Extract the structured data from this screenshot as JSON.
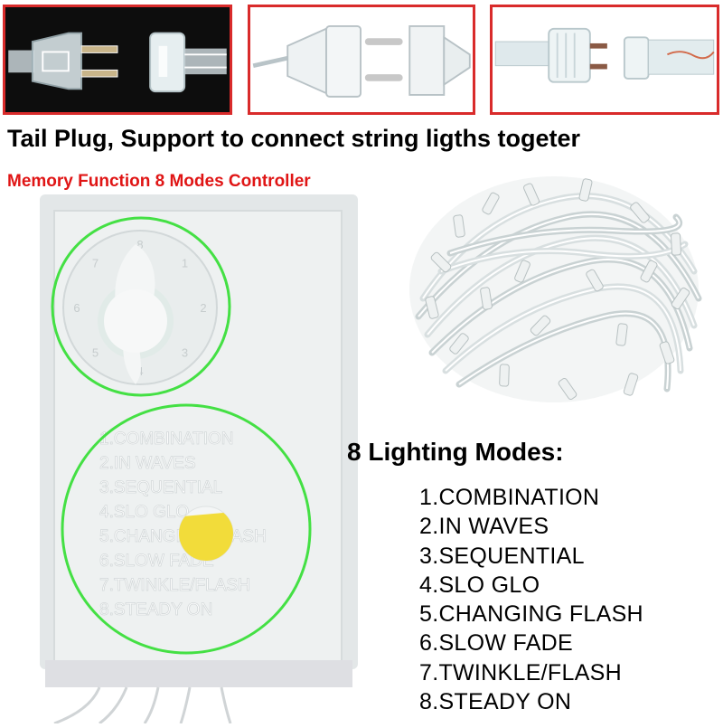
{
  "tail_plug_heading": "Tail Plug, Support to connect string ligths togeter",
  "memory_heading": "Memory Function 8 Modes Controller",
  "dial_numbers": [
    "8",
    "1",
    "2",
    "3",
    "4",
    "5",
    "6",
    "7"
  ],
  "controller_label_lines": [
    "1.COMBINATION",
    "2.IN WAVES",
    "3.SEQUENTIAL",
    "4.SLO GLO",
    "5.CHANGING FLASH",
    "6.SLOW FADE",
    "7.TWINKLE/FLASH",
    "8.STEADY ON"
  ],
  "modes_title": "8 Lighting Modes:",
  "modes": [
    "1.COMBINATION",
    "2.IN WAVES",
    "3.SEQUENTIAL",
    "4.SLO GLO",
    "5.CHANGING FLASH",
    "6.SLOW FADE",
    "7.TWINKLE/FLASH",
    "8.STEADY ON"
  ],
  "colors": {
    "panel_border": "#d92b2b",
    "highlight_circle": "#44e044",
    "memory_heading": "#e01515",
    "button_yellow": "#f2dc3a"
  }
}
